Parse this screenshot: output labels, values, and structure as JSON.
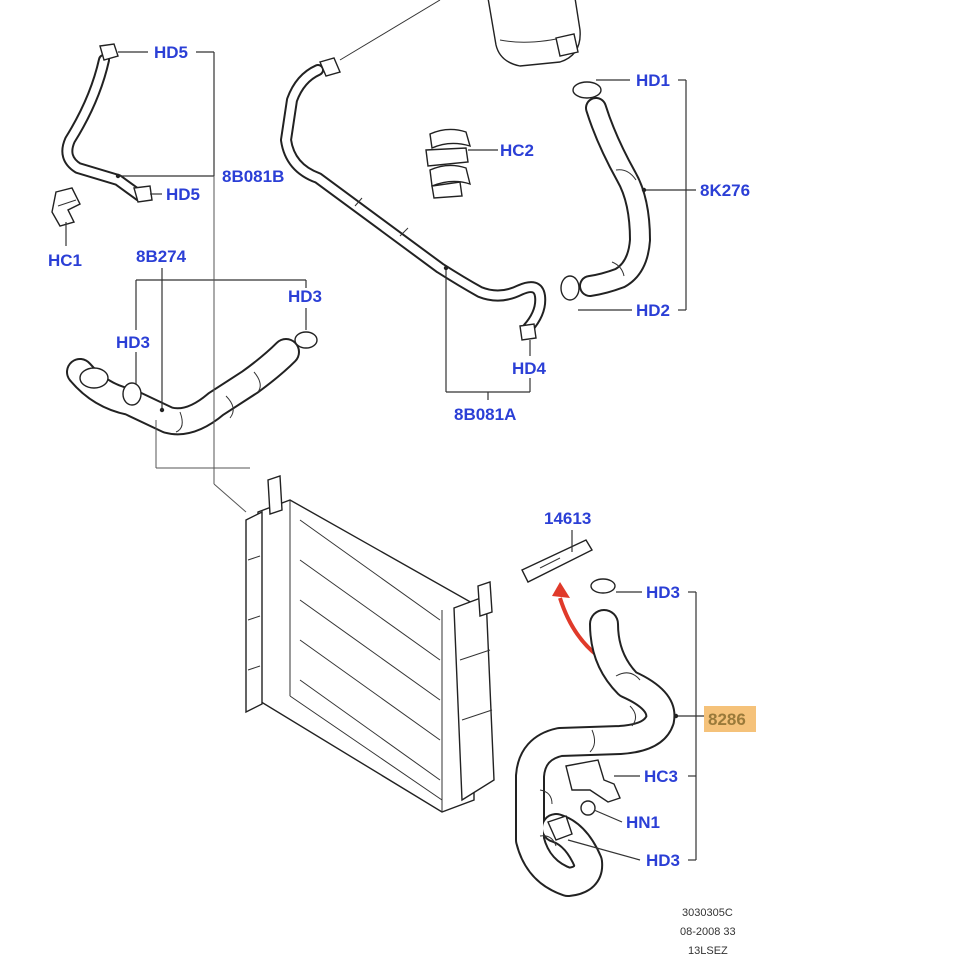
{
  "labels": {
    "hd5_top": "HD5",
    "hose_8b081b": "8B081B",
    "hd5_mid": "HD5",
    "hc1": "HC1",
    "hose_8b274": "8B274",
    "hd3_left": "HD3",
    "hd3_upper": "HD3",
    "hd1": "HD1",
    "hc2": "HC2",
    "hose_8k276": "8K276",
    "hd2": "HD2",
    "hd4": "HD4",
    "hose_8b081a": "8B081A",
    "part_14613": "14613",
    "hd3_lower_top": "HD3",
    "hose_8286": "8286",
    "hc3": "HC3",
    "hn1": "HN1",
    "hd3_lower_bottom": "HD3"
  },
  "footer": {
    "line1": "3030305C",
    "line2": "08-2008 33",
    "line3": "13LSEZ"
  },
  "colors": {
    "label": "#2b3fd6",
    "highlight_box": "#f5c27a",
    "highlight_text": "#9a7a3a",
    "arrow": "#e03a2a"
  }
}
